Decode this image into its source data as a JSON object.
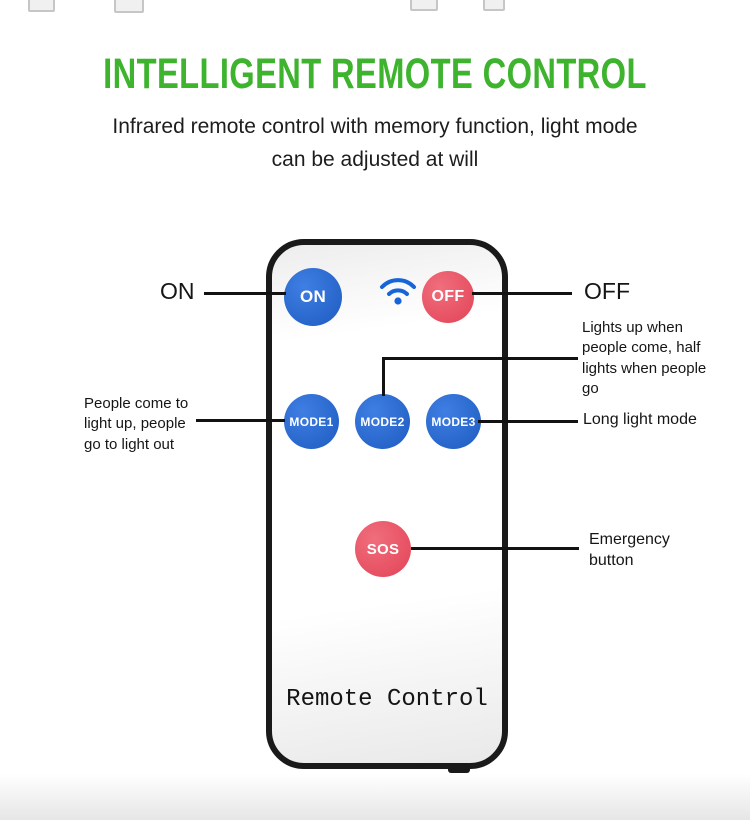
{
  "header": {
    "title": "INTELLIGENT REMOTE CONTROL",
    "subtitle": "Infrared remote control with memory function, light mode can be adjusted at will"
  },
  "remote": {
    "label": "Remote Control",
    "buttons": {
      "on": "ON",
      "off": "OFF",
      "mode1": "MODE1",
      "mode2": "MODE2",
      "mode3": "MODE3",
      "sos": "SOS"
    },
    "icons": {
      "wifi": "wifi-icon"
    }
  },
  "callouts": {
    "on_label": "ON",
    "off_label": "OFF",
    "mode1_text": "People come to light up, people go to light out",
    "mode2_text": "Lights up when people come, half lights when people go",
    "mode3_text": "Long light mode",
    "sos_text": "Emergency button"
  },
  "colors": {
    "title_green": "#3db32e",
    "button_blue": "#2365cd",
    "button_red": "#e94f5e",
    "wifi_blue": "#1565d8",
    "callout_line": "#121212"
  }
}
